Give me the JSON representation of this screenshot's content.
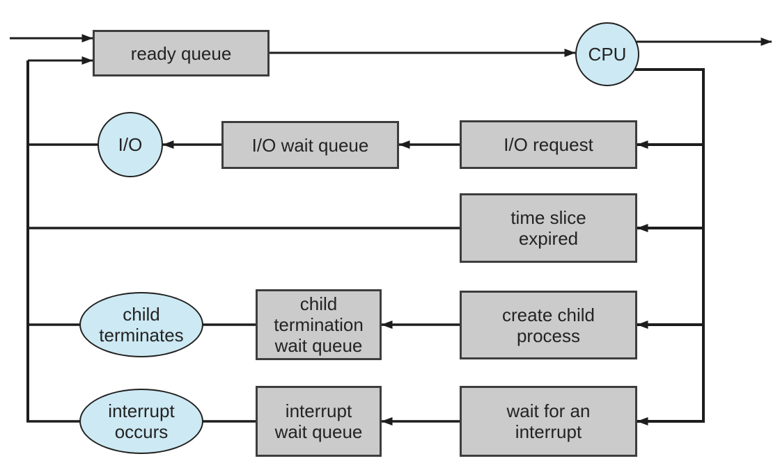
{
  "colors": {
    "queue_fill": "#cbcbcb",
    "queue_border": "#3d3d3f",
    "resource_fill": "#cde9f3",
    "resource_border": "#202020",
    "line": "#1d1d1d",
    "text": "#232323",
    "background": "#ffffff"
  },
  "nodes": {
    "ready_queue": {
      "label": "ready queue",
      "shape": "rect"
    },
    "cpu": {
      "label": "CPU",
      "shape": "circle"
    },
    "io": {
      "label": "I/O",
      "shape": "circle"
    },
    "io_wait_queue": {
      "label": "I/O wait queue",
      "shape": "rect"
    },
    "io_request": {
      "label": "I/O request",
      "shape": "rect"
    },
    "time_slice_expired": {
      "label": "time slice\nexpired",
      "shape": "rect"
    },
    "child_terminates": {
      "label": "child\nterminates",
      "shape": "ellipse"
    },
    "child_termination_wait_queue": {
      "label": "child\ntermination\nwait queue",
      "shape": "rect"
    },
    "create_child_process": {
      "label": "create child\nprocess",
      "shape": "rect"
    },
    "interrupt_occurs": {
      "label": "interrupt\noccurs",
      "shape": "ellipse"
    },
    "interrupt_wait_queue": {
      "label": "interrupt\nwait queue",
      "shape": "rect"
    },
    "wait_for_an_interrupt": {
      "label": "wait for an\ninterrupt",
      "shape": "rect"
    }
  },
  "edges": [
    "external entry to ready queue",
    "requeue loop to ready queue",
    "ready queue to CPU",
    "CPU exit right",
    "CPU return spine to wait for an interrupt",
    "spine to I/O request",
    "spine to time slice expired",
    "spine to create child process",
    "I/O request to I/O wait queue",
    "I/O wait queue to I/O",
    "I/O to left spine",
    "time slice expired to left spine",
    "create child process to child termination wait queue",
    "child termination wait queue to child terminates",
    "child terminates to left spine",
    "wait for an interrupt to interrupt wait queue",
    "interrupt wait queue to interrupt occurs",
    "interrupt occurs to left spine"
  ]
}
